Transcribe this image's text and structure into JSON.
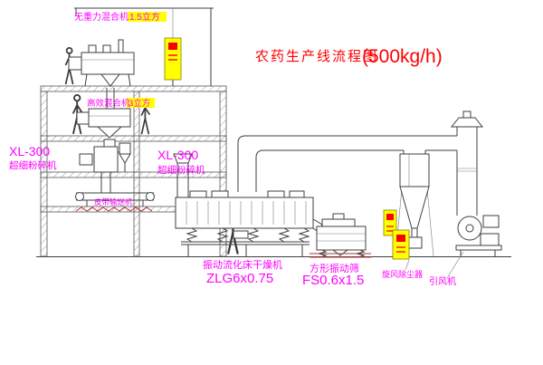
{
  "colors": {
    "line": "#3f3f46",
    "magenta": "#ff00ff",
    "red": "#ff0000",
    "yellow": "#ffff00",
    "hatch": "#9a9a9a",
    "base_rail": "#b03030"
  },
  "title": {
    "name": "农药生产线流程图",
    "capacity": "(500kg/h)"
  },
  "equipment": {
    "mixer1": {
      "name": "无重力混合机",
      "spec": "1.5立方"
    },
    "mixer2": {
      "name": "高效混合机",
      "spec": "3立方"
    },
    "mill_left": {
      "model": "XL-300",
      "name": "超细粉碎机"
    },
    "mill_right": {
      "model": "XL-300",
      "name": "超细粉碎机"
    },
    "belt_conveyor": {
      "name": "皮带输送机"
    },
    "fluid_bed_dryer": {
      "name": "振动流化床干燥机",
      "model": "ZLG6x0.75"
    },
    "vibrating_sieve": {
      "name": "方形振动筛",
      "model": "FS0.6x1.5"
    },
    "cyclone": {
      "name": "旋风除尘器"
    },
    "induced_draft_fan": {
      "name": "引风机"
    }
  }
}
